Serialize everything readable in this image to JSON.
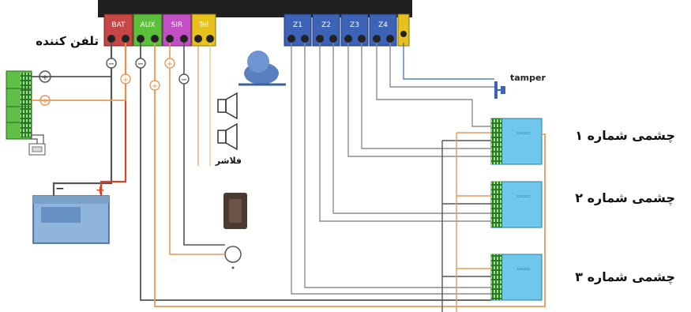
{
  "terminals": {
    "bat": "BAT",
    "aux": "AUX",
    "siren": "SIR",
    "tel": "Tel",
    "zones": [
      "Z1",
      "Z2",
      "Z3",
      "Z4"
    ]
  },
  "labels": {
    "telephone": "تلفن کننده",
    "tamper": "tamper",
    "flasher": "فلاشر",
    "pir1": "چشمی شماره ۱",
    "pir2": "چشمی شماره ۲",
    "pir3": "چشمی شماره ۳",
    "battery_minus": "−",
    "battery_plus": "+"
  },
  "colors": {
    "board": "#1f1f1f",
    "bat_terminal": "#c74747",
    "aux_terminal": "#5cbf3b",
    "siren_terminal": "#c24fc4",
    "tel_terminal": "#e8c21c",
    "zone_terminal": "#3c63b6",
    "pir_body": "#6fc7ee",
    "telephone_body": "#5fbf48",
    "battery_body": "#8fb5dc",
    "siren_body": "#5a7fbf",
    "wire_gray": "#8d8d8d",
    "wire_orange": "#e39a5a",
    "wire_dark": "#555555",
    "wire_red": "#d6442a"
  }
}
